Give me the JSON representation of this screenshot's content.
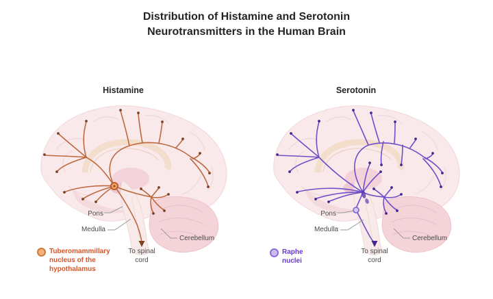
{
  "title": "Distribution of Histamine and Serotonin Neurotransmitters in the Human Brain",
  "panels": [
    {
      "id": "histamine",
      "heading": "Histamine",
      "pathway_color": "#bc6940",
      "dot_color": "#7d4123",
      "labels": {
        "pons": "Pons",
        "medulla": "Medulla",
        "cerebellum": "Cerebellum",
        "to_spinal_cord": "To spinal cord"
      },
      "legend": {
        "label": "Tuberomammillary nucleus of the hypothalamus",
        "text_color": "#d4572b",
        "marker_fill": "#f0a868",
        "marker_border": "#bb5c2a"
      }
    },
    {
      "id": "serotonin",
      "heading": "Serotonin",
      "pathway_color": "#6f4ec8",
      "dot_color": "#43288f",
      "labels": {
        "pons": "Pons",
        "medulla": "Medulla",
        "cerebellum": "Cerebellum",
        "to_spinal_cord": "To spinal cord"
      },
      "legend": {
        "label": "Raphe nuclei",
        "text_color": "#6638d2",
        "marker_fill": "#d6c8f4",
        "marker_border": "#7e60d2"
      }
    }
  ],
  "brain_colors": {
    "cortex_fill": "#f9e9eb",
    "cortex_stroke": "#f1d7da",
    "gyri": "#f0d5d9",
    "corpus_callosum": "#f3ddcb",
    "thalamus": "#f2cfd6",
    "cerebellum_fill": "#f5d4d9",
    "cerebellum_stroke": "#ecc3ca",
    "brainstem_fill": "#f8eae8",
    "pointer_line": "#9b9b9b"
  }
}
